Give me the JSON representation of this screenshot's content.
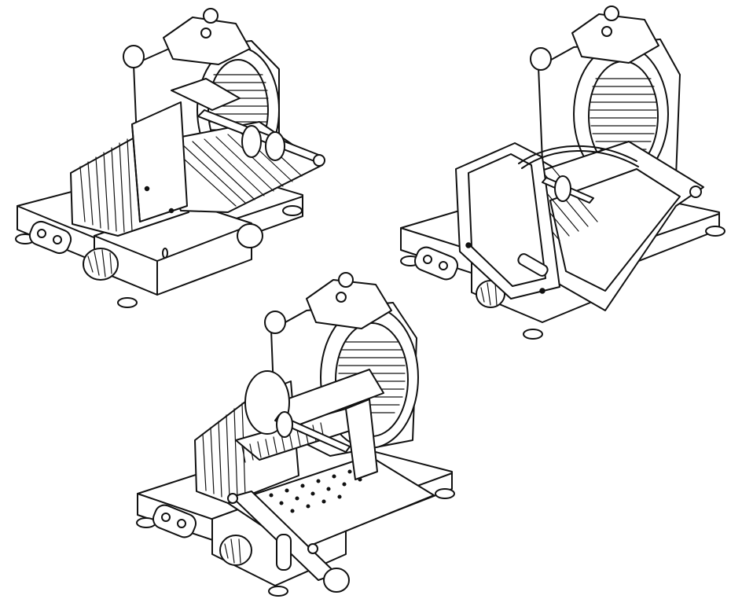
{
  "illustration": {
    "views": [
      {
        "id": "slicer-view-1",
        "variant": "vertical-guard-carriage"
      },
      {
        "id": "slicer-view-2",
        "variant": "tray-guard-carriage"
      },
      {
        "id": "slicer-view-3",
        "variant": "spiked-meat-grip-carriage"
      }
    ],
    "colors": {
      "line": "#111111",
      "background": "#ffffff"
    }
  }
}
